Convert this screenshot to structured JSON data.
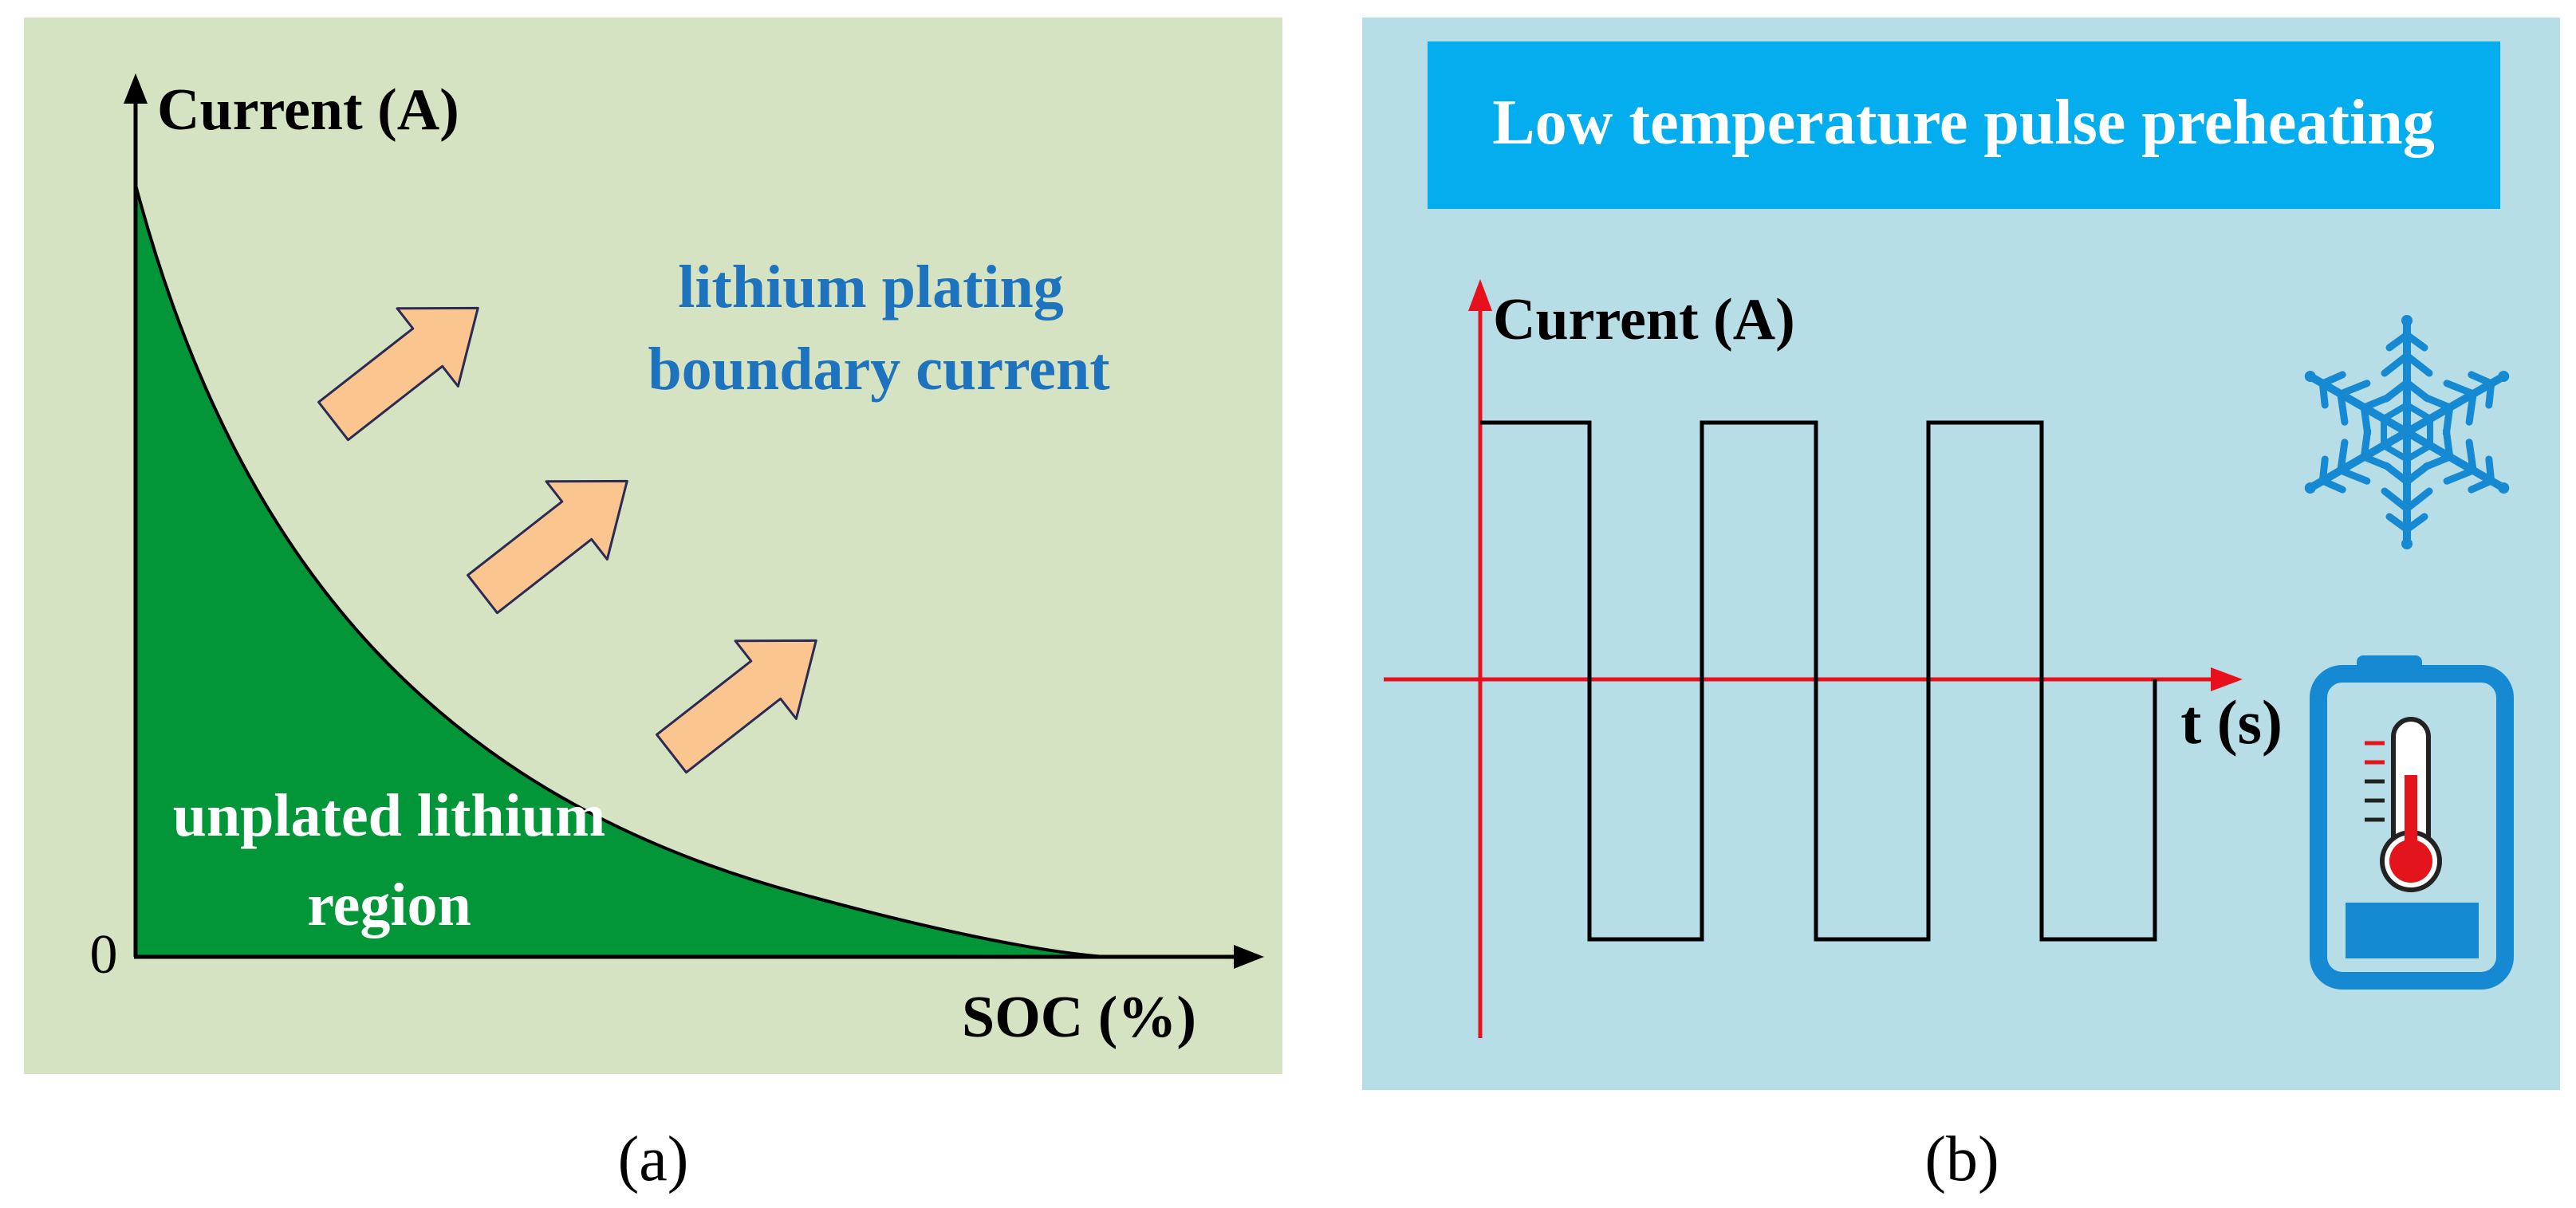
{
  "panel_a": {
    "caption": "(a)",
    "y_axis_label": "Current (A)",
    "x_axis_label": "SOC (%)",
    "origin_label": "0",
    "boundary_label_line1": "lithium plating",
    "boundary_label_line2": "boundary current",
    "region_label_line1": "unplated lithium",
    "region_label_line2": "region",
    "colors": {
      "background": "#d6e3c2",
      "region": "#039639",
      "arrow_fill": "#fac58f",
      "boundary_text": "#1e73be",
      "region_text": "#ffffff"
    }
  },
  "panel_b": {
    "caption": "(b)",
    "banner_title": "Low temperature pulse preheating",
    "y_axis_label": "Current (A)",
    "x_axis_label": "t (s)",
    "icons": [
      "snowflake-icon",
      "battery-thermometer-icon"
    ],
    "colors": {
      "background": "#b7dde6",
      "banner": "#04aeee",
      "banner_text": "#ffffff",
      "axis": "#e8101c",
      "waveform": "#000000",
      "icon": "#1589d1",
      "thermometer_red": "#e3141c"
    }
  }
}
